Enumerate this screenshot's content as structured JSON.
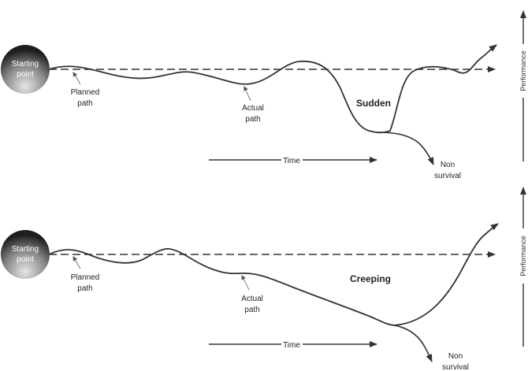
{
  "panels": [
    {
      "starting_point": [
        "Starting",
        "point"
      ],
      "planned_path": [
        "Planned",
        "path"
      ],
      "actual_path": [
        "Actual",
        "path"
      ],
      "type_label": "Sudden",
      "time_label": "Time",
      "non_survival": [
        "Non",
        "survival"
      ],
      "performance_label": "Performance"
    },
    {
      "starting_point": [
        "Starting",
        "point"
      ],
      "planned_path": [
        "Planned",
        "path"
      ],
      "actual_path": [
        "Actual",
        "path"
      ],
      "type_label": "Creeping",
      "time_label": "Time",
      "non_survival": [
        "Non",
        "survival"
      ],
      "performance_label": "Performance"
    }
  ],
  "colors": {
    "line": "#333333",
    "dashed": "#333333",
    "circle_light": "#d8d8d8",
    "circle_dark": "#2a2a2a"
  }
}
